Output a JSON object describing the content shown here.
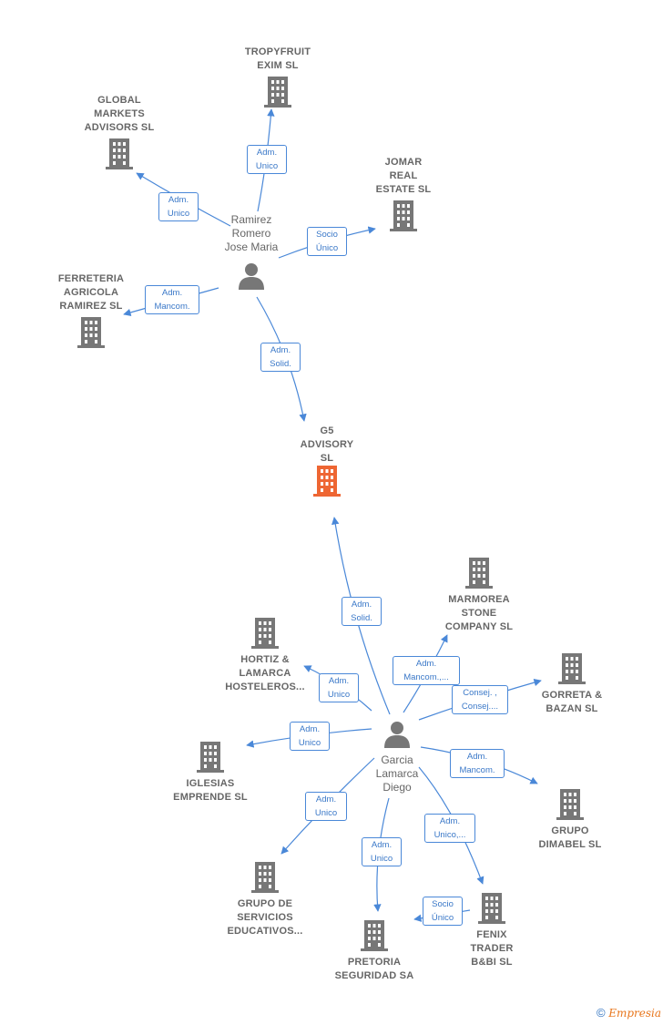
{
  "colors": {
    "edge": "#4a88d8",
    "node": "#777777",
    "focus": "#ee6633",
    "label_text": "#3a78c8"
  },
  "center": {
    "name_lines": [
      "G5",
      "ADVISORY",
      "SL"
    ]
  },
  "people": {
    "ramirez": {
      "name_lines": [
        "Ramirez",
        "Romero",
        "Jose Maria"
      ]
    },
    "garcia": {
      "name_lines": [
        "Garcia",
        "Lamarca",
        "Diego"
      ]
    }
  },
  "companies": {
    "tropyfruit": [
      "TROPYFRUIT",
      "EXIM  SL"
    ],
    "global": [
      "GLOBAL",
      "MARKETS",
      "ADVISORS  SL"
    ],
    "jomar": [
      "JOMAR",
      "REAL",
      "ESTATE  SL"
    ],
    "ferreteria": [
      "FERRETERIA",
      "AGRICOLA",
      "RAMIREZ  SL"
    ],
    "marmorea": [
      "MARMOREA",
      "STONE",
      "COMPANY  SL"
    ],
    "hortiz": [
      "HORTIZ &",
      "LAMARCA",
      "HOSTELEROS..."
    ],
    "gorreta": [
      "GORRETA &",
      "BAZAN  SL"
    ],
    "iglesias": [
      "IGLESIAS",
      "EMPRENDE SL"
    ],
    "dimabel": [
      "GRUPO",
      "DIMABEL  SL"
    ],
    "servicios": [
      "GRUPO DE",
      "SERVICIOS",
      "EDUCATIVOS..."
    ],
    "pretoria": [
      "PRETORIA",
      "SEGURIDAD SA"
    ],
    "fenix": [
      "FENIX",
      "TRADER",
      "B&BI  SL"
    ]
  },
  "edges": {
    "r_tropyfruit": [
      "Adm.",
      "Unico"
    ],
    "r_global": [
      "Adm.",
      "Unico"
    ],
    "r_jomar": [
      "Socio",
      "Único"
    ],
    "r_ferreteria": [
      "Adm.",
      "Mancom."
    ],
    "r_g5": [
      "Adm.",
      "Solid."
    ],
    "g_g5": [
      "Adm.",
      "Solid."
    ],
    "g_marmorea": [
      "Adm.",
      "Mancom.,..."
    ],
    "g_hortiz": [
      "Adm.",
      "Unico"
    ],
    "g_gorreta": [
      "Consej. ,",
      "Consej...."
    ],
    "g_iglesias": [
      "Adm.",
      "Unico"
    ],
    "g_dimabel": [
      "Adm.",
      "Mancom."
    ],
    "g_servicios": [
      "Adm.",
      "Unico"
    ],
    "g_pretoria": [
      "Adm.",
      "Unico"
    ],
    "g_fenix": [
      "Adm.",
      "Unico,..."
    ],
    "fenix_pretoria": [
      "Socio",
      "Único"
    ]
  },
  "footer": {
    "copyright": "©",
    "brand": "Empresia"
  }
}
